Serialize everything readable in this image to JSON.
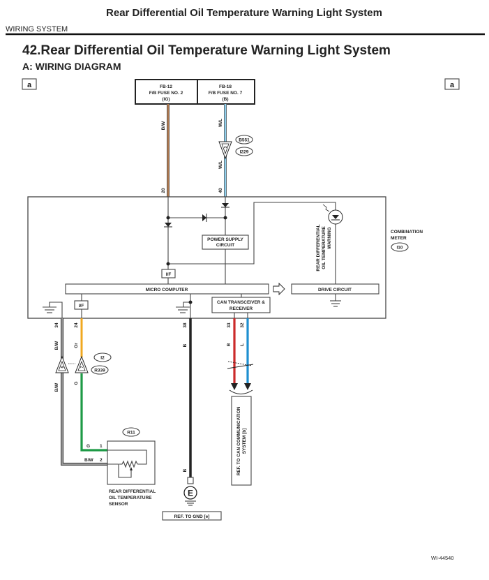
{
  "header": {
    "title": "Rear Differential Oil Temperature Warning Light System",
    "section": "WIRING SYSTEM"
  },
  "page": {
    "heading": "42.Rear Differential Oil Temperature Warning Light System",
    "subheading": "A:  WIRING DIAGRAM",
    "figure_id": "WI-44540"
  },
  "markers": {
    "left": "a",
    "right": "a"
  },
  "fuses": [
    {
      "id": "FB-12",
      "name": "F/B FUSE NO. 2",
      "supply": "(IG)"
    },
    {
      "id": "FB-18",
      "name": "F/B FUSE NO. 7",
      "supply": "(B)"
    }
  ],
  "connectors": {
    "b551": "B551",
    "i229": "I229",
    "i10": "I10",
    "i2": "I2",
    "r339": "R339",
    "r11": "R11"
  },
  "pins": {
    "p20": "20",
    "p40": "40",
    "p34": "34",
    "p24": "24",
    "p38": "38",
    "p33": "33",
    "p32": "32",
    "j3": "3",
    "j6": "6",
    "j7": "7",
    "s1": "1",
    "s2": "2"
  },
  "wires": {
    "bw": "B/W",
    "wl": "W/L",
    "or": "Or",
    "g": "G",
    "b": "B",
    "r": "R",
    "l": "L"
  },
  "wire_colors": {
    "brown": "#b07a50",
    "light_blue": "#8fd0ee",
    "gray": "#777777",
    "orange": "#f0a820",
    "green": "#1e9a46",
    "black": "#222222",
    "red": "#cc2a2a",
    "blue": "#1e8fd0"
  },
  "meter": {
    "name_line1": "COMBINATION",
    "name_line2": "METER",
    "power_supply_line1": "POWER SUPPLY",
    "power_supply_line2": "CIRCUIT",
    "if_label": "I/F",
    "micro_computer": "MICRO COMPUTER",
    "drive_circuit": "DRIVE CIRCUIT",
    "can_line1": "CAN TRANSCEIVER &",
    "can_line2": "RECEIVER",
    "lamp_line1": "REAR DIFFERENTIAL",
    "lamp_line2": "OIL TEMPERATURE",
    "lamp_line3": "WARNING"
  },
  "sensor": {
    "line1": "REAR DIFFERENTIAL",
    "line2": "OIL TEMPERATURE",
    "line3": "SENSOR"
  },
  "refs": {
    "gnd": "REF. TO GND [e]",
    "ground_symbol": "E",
    "can_line1": "REF. TO CAN COMMUNICATION",
    "can_line2": "SYSTEM [b]"
  }
}
